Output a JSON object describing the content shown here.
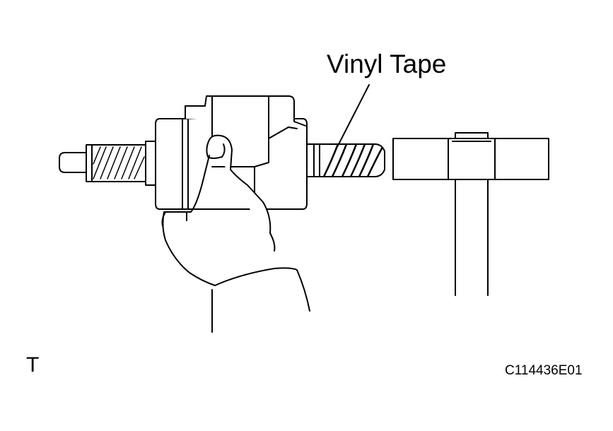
{
  "diagram": {
    "callout_label": "Vinyl Tape",
    "view_marker": "T",
    "figure_id": "C114436E01",
    "colors": {
      "line": "#000000",
      "background": "#ffffff"
    }
  }
}
